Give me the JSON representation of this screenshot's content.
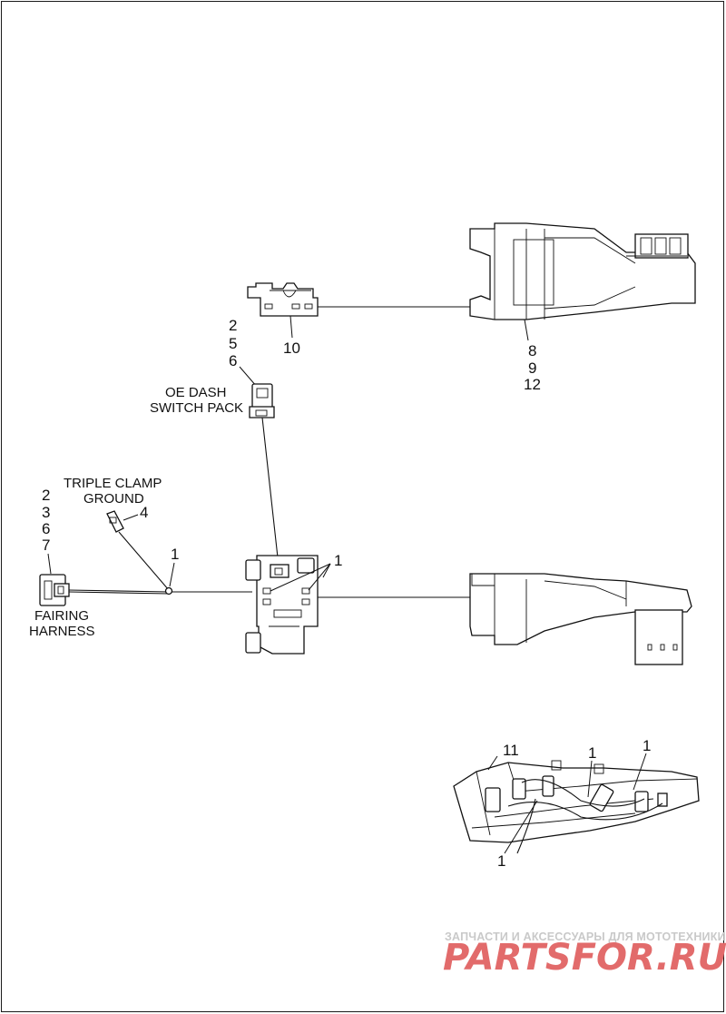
{
  "diagram": {
    "labels": {
      "oe_dash_switch_pack_line1": "OE DASH",
      "oe_dash_switch_pack_line2": "SWITCH PACK",
      "triple_clamp_ground_line1": "TRIPLE CLAMP",
      "triple_clamp_ground_line2": "GROUND",
      "fairing_harness_line1": "FAIRING",
      "fairing_harness_line2": "HARNESS"
    },
    "callouts": {
      "dash_connector_stack": [
        "2",
        "5",
        "6"
      ],
      "top_bracket": "10",
      "top_console_stack": [
        "8",
        "9",
        "12"
      ],
      "ground": "4",
      "fairing_stack": [
        "2",
        "3",
        "6",
        "7"
      ],
      "clamp_left": "1",
      "clamp_bracket": "1",
      "detail_connector": "11",
      "detail_clamp_mid": "1",
      "detail_clamp_right": "1",
      "detail_clamp_bottom": "1"
    }
  },
  "watermark": {
    "tagline": "ЗАПЧАСТИ И АКСЕССУАРЫ ДЛЯ МОТОТЕХНИКИ",
    "logo": "PARTSFOR.RU",
    "logo_color": "#e26b6b"
  }
}
